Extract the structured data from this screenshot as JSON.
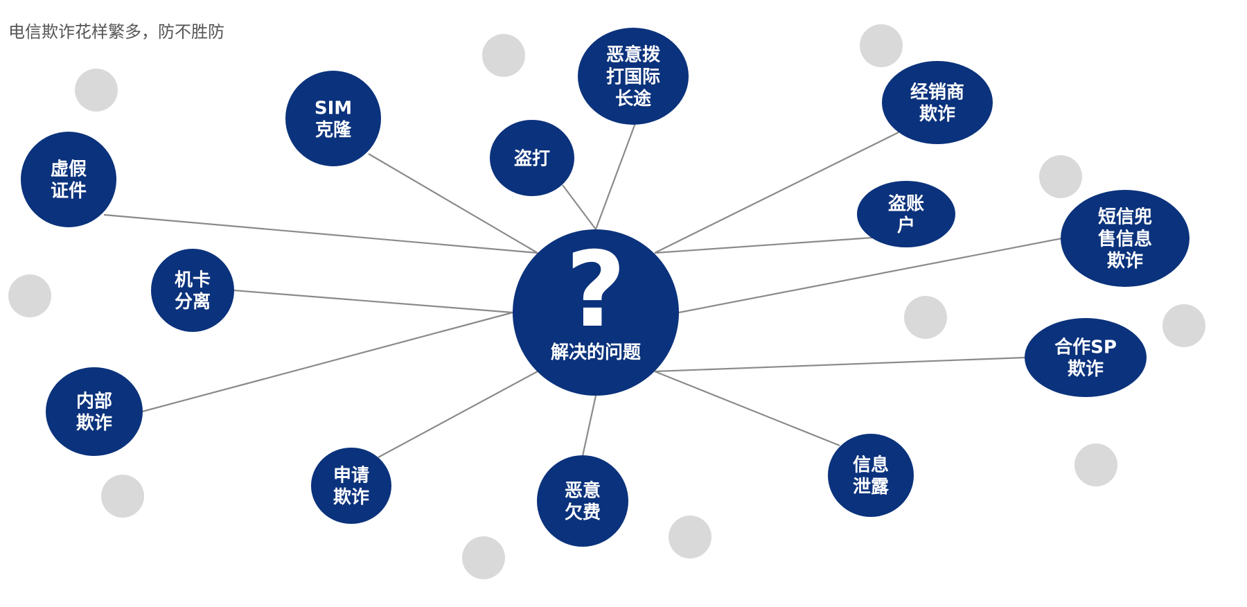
{
  "title": "电信欺诈花样繁多，防不胜防",
  "colors": {
    "node": "#0b327c",
    "connector": "#8a8a8a",
    "dot": "#d9d9d9",
    "text": "#ffffff"
  },
  "center": {
    "symbol": "?",
    "label": "解决的问题"
  },
  "nodes": [
    {
      "id": "fake-id",
      "lines": [
        "虚假",
        "证件"
      ]
    },
    {
      "id": "sim-clone",
      "lines": [
        "SIM",
        "克隆"
      ]
    },
    {
      "id": "steal-call",
      "lines": [
        "盗打"
      ]
    },
    {
      "id": "intl-call",
      "lines": [
        "恶意拨",
        "打国际",
        "长途"
      ]
    },
    {
      "id": "dealer-fraud",
      "lines": [
        "经销商",
        "欺诈"
      ]
    },
    {
      "id": "steal-account",
      "lines": [
        "盗账",
        "户"
      ]
    },
    {
      "id": "sms-sell",
      "lines": [
        "短信兜",
        "售信息",
        "欺诈"
      ]
    },
    {
      "id": "sp-fraud",
      "lines": [
        "合作SP",
        "欺诈"
      ]
    },
    {
      "id": "info-leak",
      "lines": [
        "信息",
        "泄露"
      ]
    },
    {
      "id": "malicious-arrears",
      "lines": [
        "恶意",
        "欠费"
      ]
    },
    {
      "id": "apply-fraud",
      "lines": [
        "申请",
        "欺诈"
      ]
    },
    {
      "id": "internal-fraud",
      "lines": [
        "内部",
        "欺诈"
      ]
    },
    {
      "id": "card-separation",
      "lines": [
        "机卡",
        "分离"
      ]
    }
  ]
}
